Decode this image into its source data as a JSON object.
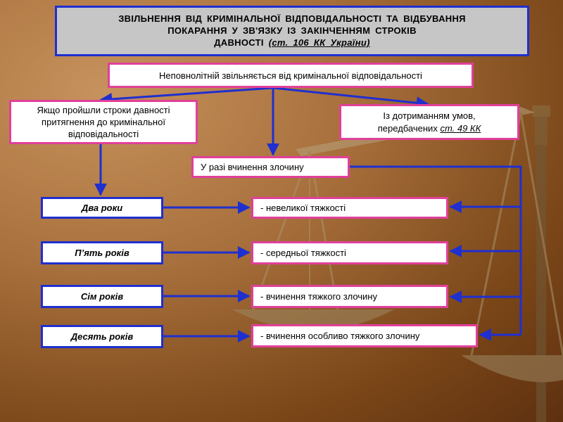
{
  "title": {
    "line1": "ЗВІЛЬНЕННЯ  ВІД  КРИМІНАЛЬНОЇ  ВІДПОВІДАЛЬНОСТІ  ТА  ВІДБУВАННЯ",
    "line2": "ПОКАРАННЯ  У  ЗВ'ЯЗКУ  ІЗ  ЗАКІНЧЕННЯМ  СТРОКІВ",
    "line3_prefix": "ДАВНОСТІ ",
    "line3_link": "(ст. 106 КК України)"
  },
  "root": "Неповнолітній звільняється від кримінальної відповідальності",
  "left_branch": "Якщо пройшли строки давності притягнення до кримінальної відповідальності",
  "right_branch": {
    "text": "Із дотриманням умов, передбачених ",
    "link": "ст. 49 КК"
  },
  "middle_branch": "У разі вчинення злочину",
  "periods": [
    "Два роки",
    "П’ять років",
    "Сім років",
    "Десять років"
  ],
  "severities": [
    "- невеликої тяжкості",
    "- середньої тяжкості",
    "- вчинення тяжкого злочину",
    "- вчинення особливо тяжкого злочину"
  ]
}
